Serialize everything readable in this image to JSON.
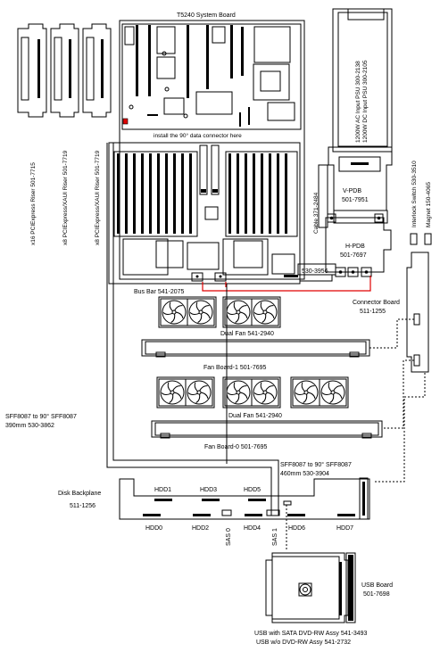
{
  "labels": {
    "system_board": "T5240 System Board",
    "install_note": "install the 90° data connector here",
    "psu_ac": "1200W AC Input PSU 300-2138",
    "psu_dc": "1200W DC Input PSU 300-2105",
    "riser_x16": "x16 PCIExpress Riser 501-7715",
    "riser_x8_1": "x8 PCIExpress/XAUI Riser 501-7719",
    "riser_x8_2": "x8 PCIExpress/XAUI Riser 501-7719",
    "vpdb_name": "V-PDB",
    "vpdb_pn": "501-7951",
    "cable": "Cable 371-2484",
    "hpdb_name": "H-PDB",
    "hpdb_pn": "501-7697",
    "interlock": "Interlock Switch 530-3510",
    "magnet": "Magnet 150-4065",
    "cable_530_3956": "530-3956",
    "bus_bar": "Bus Bar 541-2075",
    "connector_board": "Connector Board",
    "connector_board_pn": "511-1255",
    "dual_fan_1": "Dual Fan 541-2940",
    "fan_board_1": "Fan Board-1 501-7695",
    "dual_fan_0": "Dual Fan 541-2940",
    "fan_board_0": "Fan Board-0 501-7695",
    "sff_left_1": "SFF8087 to 90° SFF8087",
    "sff_left_2": "390mm 530-3862",
    "sff_right_1": "SFF8087 to 90° SFF8087",
    "sff_right_2": "460mm 530-3904",
    "disk_backplane": "Disk Backplane",
    "disk_backplane_pn": "511-1256",
    "hdd1": "HDD1",
    "hdd3": "HDD3",
    "hdd5": "HDD5",
    "hdd0": "HDD0",
    "hdd2": "HDD2",
    "hdd4": "HDD4",
    "hdd6": "HDD6",
    "hdd7": "HDD7",
    "sas0": "SAS 0",
    "sas1": "SAS 1",
    "usb_board": "USB Board",
    "usb_board_pn": "501-7698",
    "dvd_1": "USB with SATA DVD-RW Assy 541-3493",
    "dvd_2": "USB w/o DVD-RW Assy 541-2732"
  },
  "colors": {
    "line": "#000000",
    "bus_bar": "#e00000",
    "background": "#ffffff"
  },
  "icons": [
    "fan-icon",
    "disc-icon"
  ]
}
